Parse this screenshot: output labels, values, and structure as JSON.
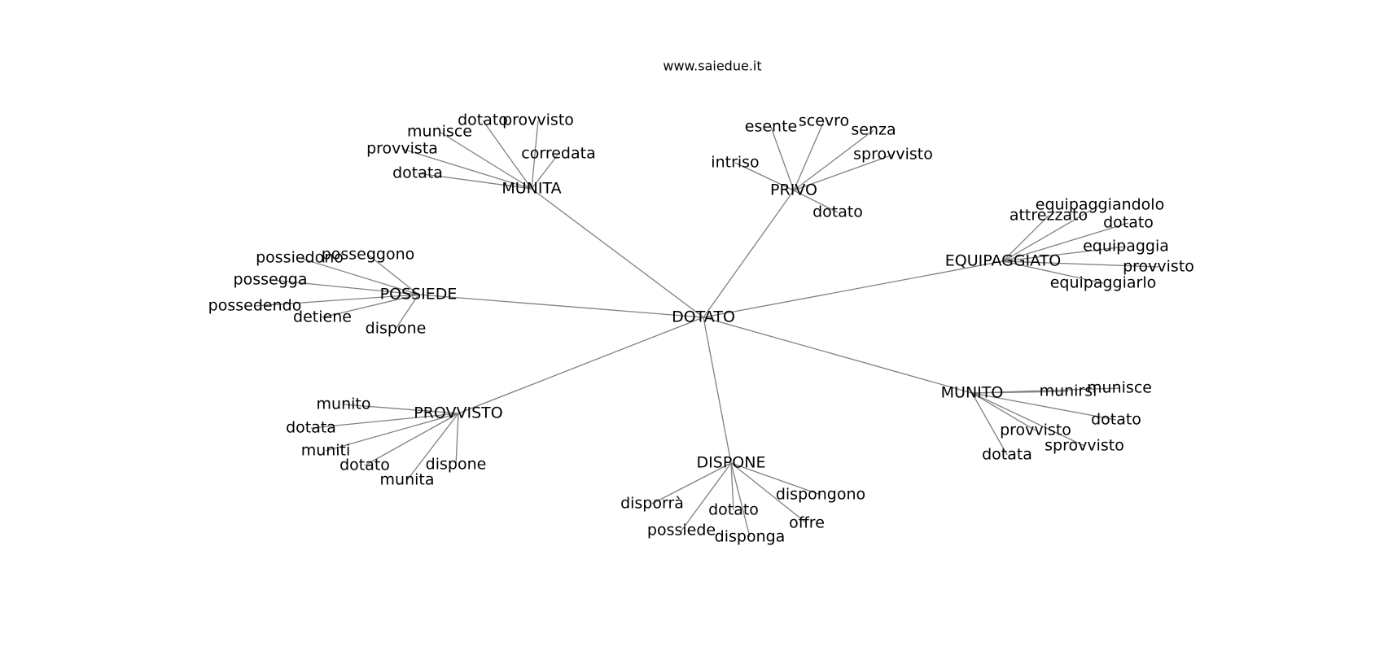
{
  "header": {
    "site": "www.saiedue.it"
  },
  "graph": {
    "center": "DOTATO",
    "hubs": [
      {
        "label": "MUNITA",
        "leaves": [
          "dotato",
          "provvisto",
          "munisce",
          "corredata",
          "provvista",
          "dotata"
        ]
      },
      {
        "label": "PRIVO",
        "leaves": [
          "esente",
          "scevro",
          "senza",
          "intriso",
          "sprovvisto",
          "dotato"
        ]
      },
      {
        "label": "EQUIPAGGIATO",
        "leaves": [
          "equipaggiandolo",
          "attrezzato",
          "dotato",
          "equipaggia",
          "provvisto",
          "equipaggiarlo"
        ]
      },
      {
        "label": "POSSIEDE",
        "leaves": [
          "possiedono",
          "posseggono",
          "possegga",
          "possedendo",
          "detiene",
          "dispone"
        ]
      },
      {
        "label": "MUNITO",
        "leaves": [
          "munirsi",
          "munisce",
          "dotato",
          "provvisto",
          "sprovvisto",
          "dotata"
        ]
      },
      {
        "label": "PROVVISTO",
        "leaves": [
          "munito",
          "dotata",
          "muniti",
          "dotato",
          "dispone",
          "munita"
        ]
      },
      {
        "label": "DISPONE",
        "leaves": [
          "dispongono",
          "disporrà",
          "dotato",
          "offre",
          "possiede",
          "disponga"
        ]
      }
    ]
  }
}
